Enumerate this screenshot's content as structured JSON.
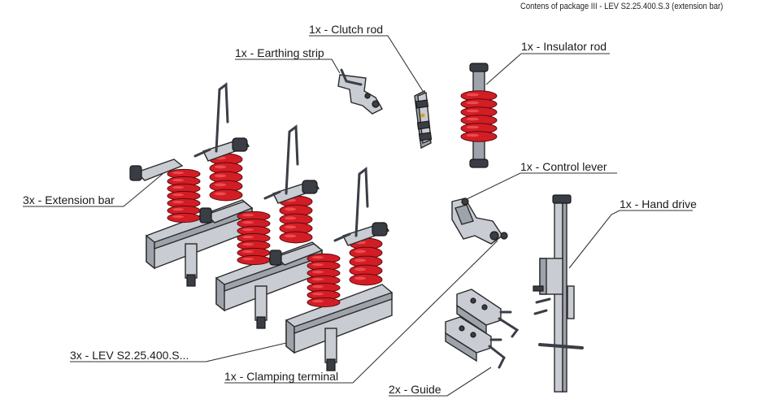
{
  "header": {
    "title": "Contens of package III - LEV S2.25.400.S.3 (extension bar)"
  },
  "labels": {
    "clutch_rod": "1x - Clutch rod",
    "earthing_strip": "1x - Earthing strip",
    "insulator_rod": "1x - Insulator rod",
    "extension_bar": "3x - Extension bar",
    "control_lever": "1x - Control lever",
    "hand_drive": "1x - Hand drive",
    "lev_unit": "3x - LEV S2.25.400.S...",
    "clamping_terminal": "1x - Clamping terminal",
    "guide": "2x - Guide"
  },
  "colors": {
    "insulator": "#d31d25",
    "metal": "#c9ccd2",
    "frame_dark": "#3a3d44"
  }
}
